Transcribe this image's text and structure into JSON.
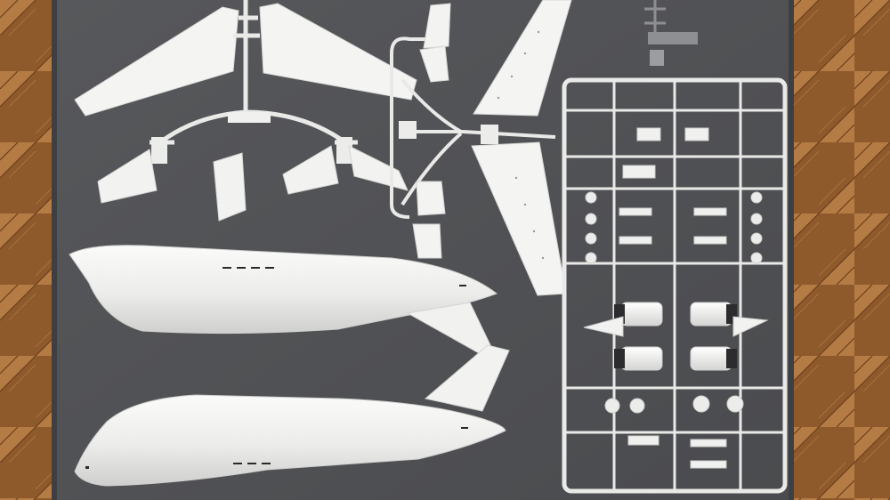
{
  "scene": {
    "description_label": "",
    "colors": {
      "wood_light": "#b57b45",
      "wood_dark": "#7a4a22",
      "mat": "#505154",
      "mat_edge": "#3e3f42",
      "plastic": "#f3f3f1",
      "plastic_shade": "#d6d6d4",
      "sprue": "#e8e8e6",
      "panel_line": "#2a2a2a",
      "clear_part": "#8e8f92"
    },
    "parts": [
      {
        "name": "upper-fuselage-half"
      },
      {
        "name": "lower-fuselage-half"
      },
      {
        "name": "wing-sprue-left"
      },
      {
        "name": "horizontal-stabilizer-sprue"
      },
      {
        "name": "wing-right"
      },
      {
        "name": "engine-and-detail-sprue"
      },
      {
        "name": "clear-parts-sprue"
      }
    ]
  }
}
